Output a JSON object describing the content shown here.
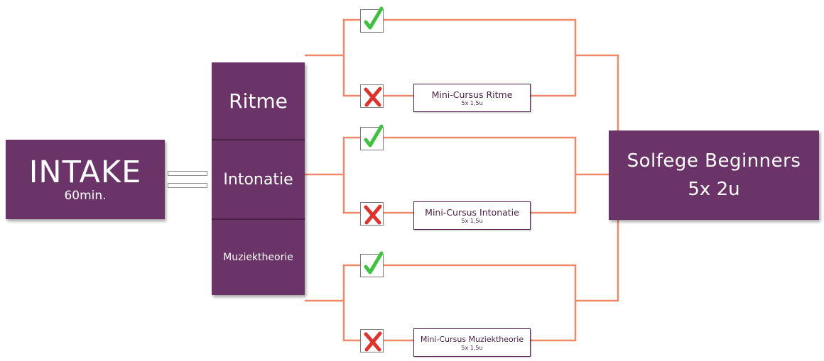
{
  "intake": {
    "title": "INTAKE",
    "duration": "60min."
  },
  "topics": [
    {
      "label": "Ritme"
    },
    {
      "label": "Intonatie"
    },
    {
      "label": "Muziektheorie"
    }
  ],
  "mini_courses": [
    {
      "title": "Mini-Cursus Ritme",
      "sessions": "5x 1,5u"
    },
    {
      "title": "Mini-Cursus Intonatie",
      "sessions": "5x 1,5u"
    },
    {
      "title": "Mini-Cursus Muziektheorie",
      "sessions": "5x 1,5u"
    }
  ],
  "final": {
    "title": "Solfege Beginners",
    "sessions": "5x 2u"
  },
  "colors": {
    "box_purple": "#6b3468",
    "connector_orange": "#f0896a",
    "check_green": "#3cc33c",
    "cross_red": "#e0322b"
  },
  "icons": {
    "pass": "checkmark-icon",
    "fail": "cross-icon"
  }
}
